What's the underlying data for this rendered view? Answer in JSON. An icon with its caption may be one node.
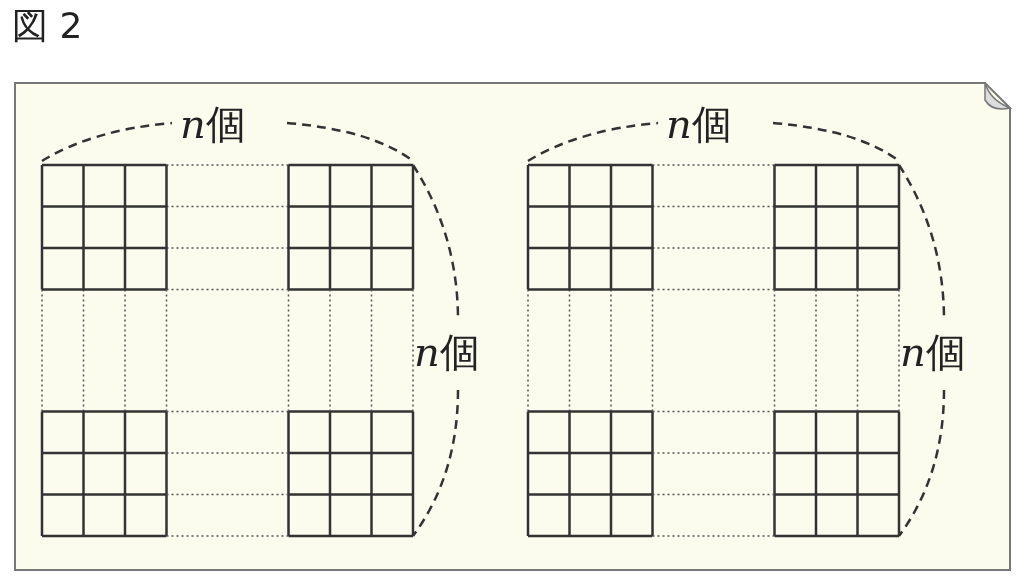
{
  "diagram": {
    "title": "図 2",
    "labels": [
      "n個",
      "n個",
      "n個",
      "n個"
    ]
  }
}
